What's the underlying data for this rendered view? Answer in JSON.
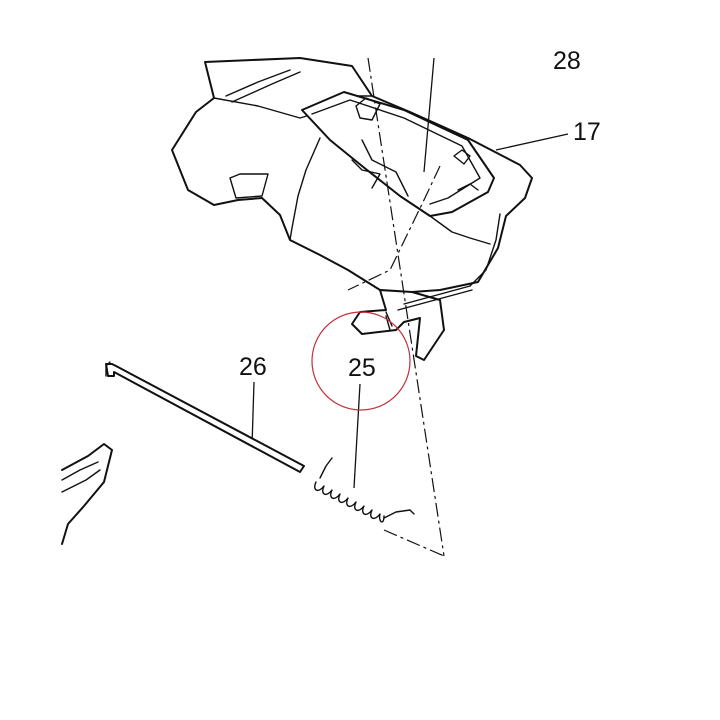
{
  "callouts": {
    "label_17": "17",
    "label_25": "25",
    "label_26": "26",
    "label_28_partial": "28"
  },
  "highlight": {
    "ring_color": "#c0303a",
    "target_part": "25"
  },
  "colors": {
    "line": "#111111",
    "background": "#ffffff"
  }
}
